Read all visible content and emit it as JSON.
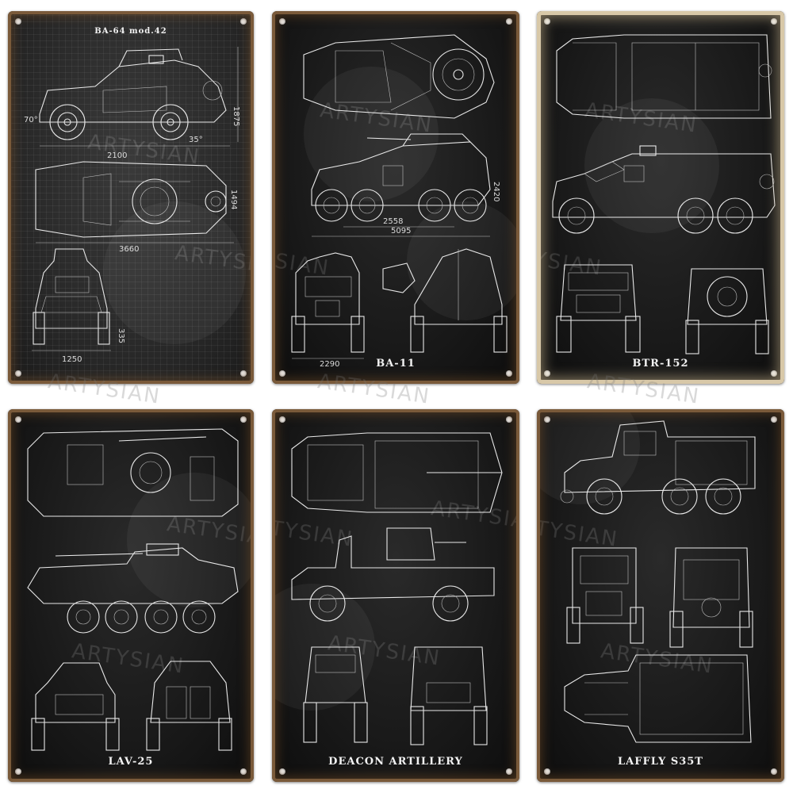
{
  "panels": [
    {
      "title": "BA-64 mod.42",
      "dims": [
        "2100",
        "3660",
        "1250",
        "1875",
        "1494",
        "335",
        "70°",
        "35°"
      ]
    },
    {
      "title": "BA-11",
      "dims": [
        "2558",
        "5095",
        "2290",
        "2420"
      ]
    },
    {
      "title": "BTR-152",
      "dims": []
    },
    {
      "title": "LAV-25",
      "dims": []
    },
    {
      "title": "DEACON ARTILLERY",
      "dims": []
    },
    {
      "title": "LAFFLY S35T",
      "dims": []
    }
  ],
  "watermark": "ARTYSIAN",
  "colors": {
    "line": "#e8e8e8",
    "plate": "#161616",
    "rust": "#7a5a3a"
  }
}
